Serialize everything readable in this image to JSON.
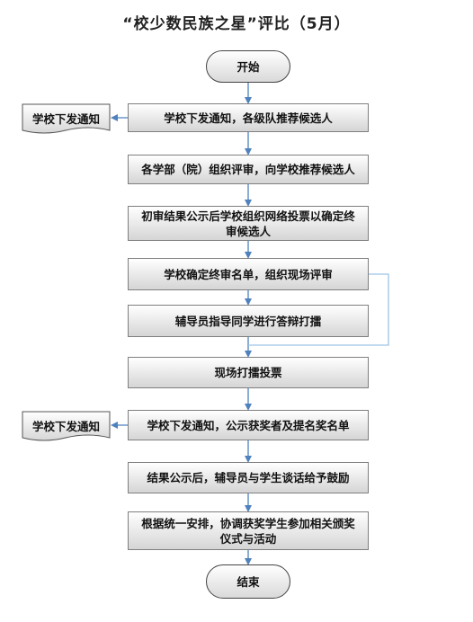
{
  "title": "“校少数民族之星”评比（5月）",
  "colors": {
    "arrow": "#4f81bd",
    "border": "#7f7f7f",
    "bracket": "#9dc3e6"
  },
  "nodes": {
    "start": "开始",
    "s1": "学校下发通知，各级队推荐候选人",
    "s2": "各学部（院）组织评审，向学校推荐候选人",
    "s3": "初审结果公示后学校组织网络投票以确定终审候选人",
    "s4": "学校确定终审名单，组织现场评审",
    "s5": "辅导员指导同学进行答辩打擂",
    "s6": "现场打擂投票",
    "s7": "学校下发通知，公示获奖者及提名奖名单",
    "s8": "结果公示后，辅导员与学生谈话给予鼓励",
    "s9": "根据统一安排，协调获奖学生参加相关颁奖仪式与活动",
    "end": "结束"
  },
  "documents": {
    "d1": "学校下发通知",
    "d2": "学校下发通知"
  }
}
